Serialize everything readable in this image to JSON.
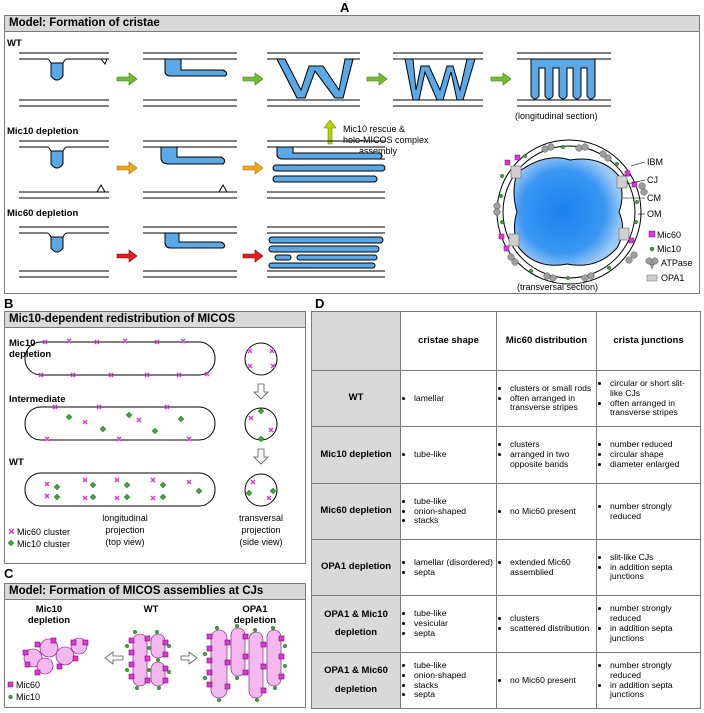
{
  "panels": {
    "a": {
      "letter": "A",
      "title": "Model: Formation of cristae",
      "rows": [
        "WT",
        "Mic10 depletion",
        "Mic60 depletion"
      ],
      "rescue_note": [
        "Mic10 rescue &",
        "holo-MICOS complex",
        "assembly"
      ],
      "longitudinal": "(longitudinal section)",
      "transversal": "(transversal section)",
      "membrane_labels": [
        "IBM",
        "CJ",
        "CM",
        "OM"
      ],
      "legend": [
        "Mic60",
        "Mic10",
        "ATPase",
        "OPA1"
      ]
    },
    "b": {
      "letter": "B",
      "title": "Mic10-dependent redistribution of MICOS",
      "rows": [
        "Mic10 depletion",
        "Intermediate",
        "WT"
      ],
      "legend": [
        "Mic60 cluster",
        "Mic10 cluster"
      ],
      "captions": [
        [
          "longitudinal",
          "projection",
          "(top view)"
        ],
        [
          "transversal",
          "projection",
          "(side view)"
        ]
      ]
    },
    "c": {
      "letter": "C",
      "title": "Model: Formation of MICOS assemblies at CJs",
      "columns": [
        "Mic10 depletion",
        "WT",
        "OPA1 depletion"
      ],
      "legend": [
        "Mic60",
        "Mic10"
      ]
    },
    "d": {
      "letter": "D",
      "headers": [
        "cristae shape",
        "Mic60 distribution",
        "crista junctions"
      ],
      "rows": [
        {
          "label": "WT",
          "shape": [
            "lamellar"
          ],
          "mic60": [
            "clusters or small rods",
            "often arranged in transverse stripes"
          ],
          "cj": [
            "circular or short slit-like CJs",
            "often arranged in transverse stripes"
          ]
        },
        {
          "label": "Mic10 depletion",
          "shape": [
            "tube-like"
          ],
          "mic60": [
            "clusters",
            "arranged in two opposite bands"
          ],
          "cj": [
            "number reduced",
            "circular shape",
            "diameter enlarged"
          ]
        },
        {
          "label": "Mic60 depletion",
          "shape": [
            "tube-like",
            "onion-shaped",
            "stacks"
          ],
          "mic60": [
            "no Mic60 present"
          ],
          "cj": [
            "number strongly reduced"
          ]
        },
        {
          "label": "OPA1 depletion",
          "shape": [
            "lamellar (disordered)",
            "septa"
          ],
          "mic60": [
            "extended Mic60 assemblied"
          ],
          "cj": [
            "slit-like CJs",
            "in addition septa junctions"
          ]
        },
        {
          "label": "OPA1 & Mic10 depletion",
          "shape": [
            "tube-like",
            "vesicular",
            "septa"
          ],
          "mic60": [
            "clusters",
            "scattered distribution"
          ],
          "cj": [
            "number strongly reduced",
            "in addition septa junctions"
          ]
        },
        {
          "label": "OPA1 & Mic60 depletion",
          "shape": [
            "tube-like",
            "onion-shaped",
            "stacks",
            "septa"
          ],
          "mic60": [
            "no Mic60 present"
          ],
          "cj": [
            "number strongly reduced",
            "in addition septa junctions"
          ]
        }
      ]
    }
  },
  "colors": {
    "crista": "#5aa9e6",
    "mic60": "#d83ad0",
    "mic10": "#3aa43a",
    "arrow_wt": "#6fbf2c",
    "arrow_mic10": "#f2a81d",
    "arrow_mic60": "#e02020",
    "arrow_rescue": "#b6d400",
    "header": "#d9d9d9"
  }
}
